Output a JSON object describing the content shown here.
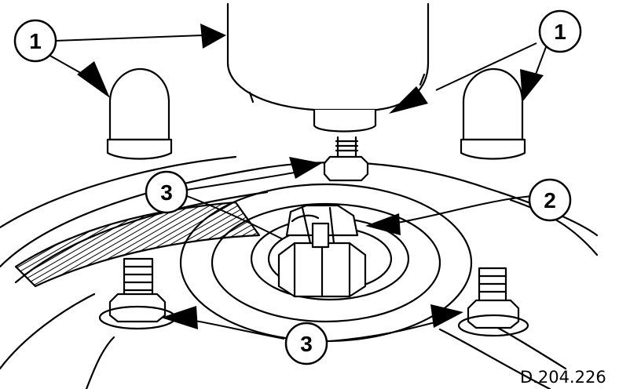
{
  "callouts": {
    "c1_left": "1",
    "c1_right": "1",
    "c2": "2",
    "c3_top": "3",
    "c3_bottom": "3"
  },
  "reference_code": "D.204.226",
  "colors": {
    "ink": "#000000",
    "paper": "#ffffff"
  }
}
